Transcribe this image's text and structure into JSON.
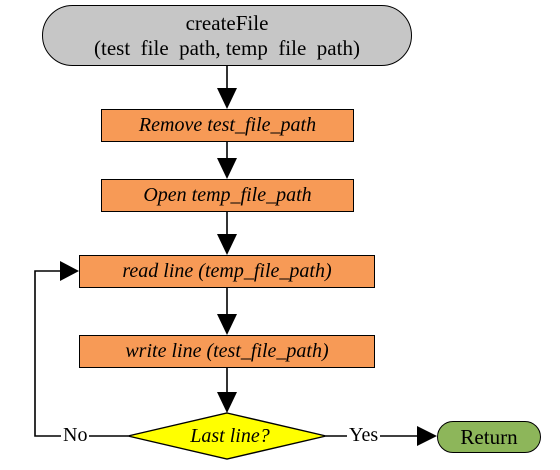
{
  "diagram": {
    "start": {
      "line1": "createFile",
      "line2": "(test  file  path, temp  file  path)"
    },
    "steps": [
      {
        "label": "Remove test_file_path"
      },
      {
        "label": "Open temp_file_path"
      },
      {
        "label": "read line (temp_file_path)"
      },
      {
        "label": "write line (test_file_path)"
      }
    ],
    "decision": {
      "label": "Last line?"
    },
    "branches": {
      "no": "No",
      "yes": "Yes"
    },
    "end": {
      "label": "Return"
    }
  },
  "colors": {
    "start_fill": "#c6c6c6",
    "process_fill": "#f79a56",
    "decision_fill": "#ffff00",
    "end_fill": "#8db65a",
    "stroke": "#000000"
  }
}
